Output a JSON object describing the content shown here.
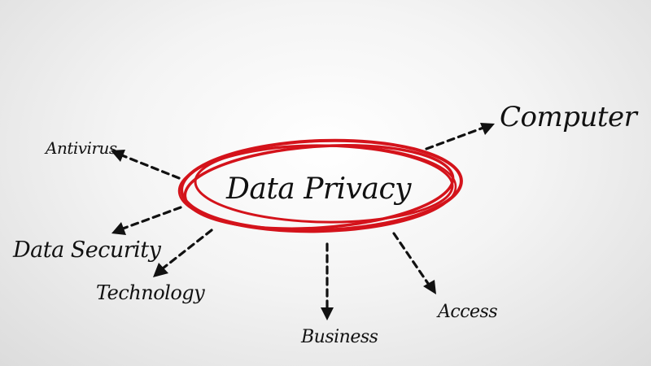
{
  "center": {
    "label": "Data Privacy",
    "circle_color": "#d4131b"
  },
  "nodes": [
    {
      "id": "computer",
      "label": "Computer"
    },
    {
      "id": "antivirus",
      "label": "Antivirus"
    },
    {
      "id": "data-security",
      "label": "Data Security"
    },
    {
      "id": "technology",
      "label": "Technology"
    },
    {
      "id": "business",
      "label": "Business"
    },
    {
      "id": "access",
      "label": "Access"
    }
  ],
  "colors": {
    "ink": "#111111",
    "highlight": "#d4131b"
  }
}
